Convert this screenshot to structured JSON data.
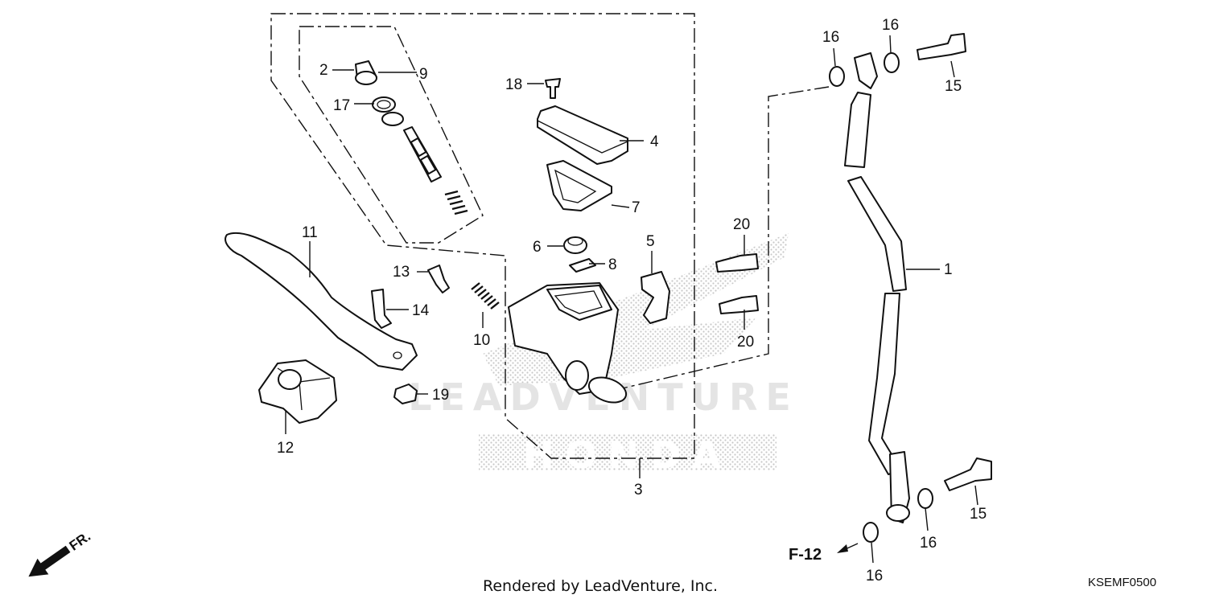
{
  "diagram": {
    "watermark_text": "LEADVENTURE",
    "watermark_logo": "HONDA",
    "callouts": [
      "1",
      "2",
      "3",
      "4",
      "5",
      "6",
      "7",
      "8",
      "9",
      "10",
      "11",
      "12",
      "13",
      "14",
      "15",
      "15",
      "16",
      "16",
      "16",
      "16",
      "17",
      "18",
      "19",
      "20",
      "20"
    ],
    "reference": "F-12",
    "direction": "FR.",
    "footer": "Rendered by LeadVenture, Inc.",
    "diagram_code": "KSEMF0500"
  }
}
